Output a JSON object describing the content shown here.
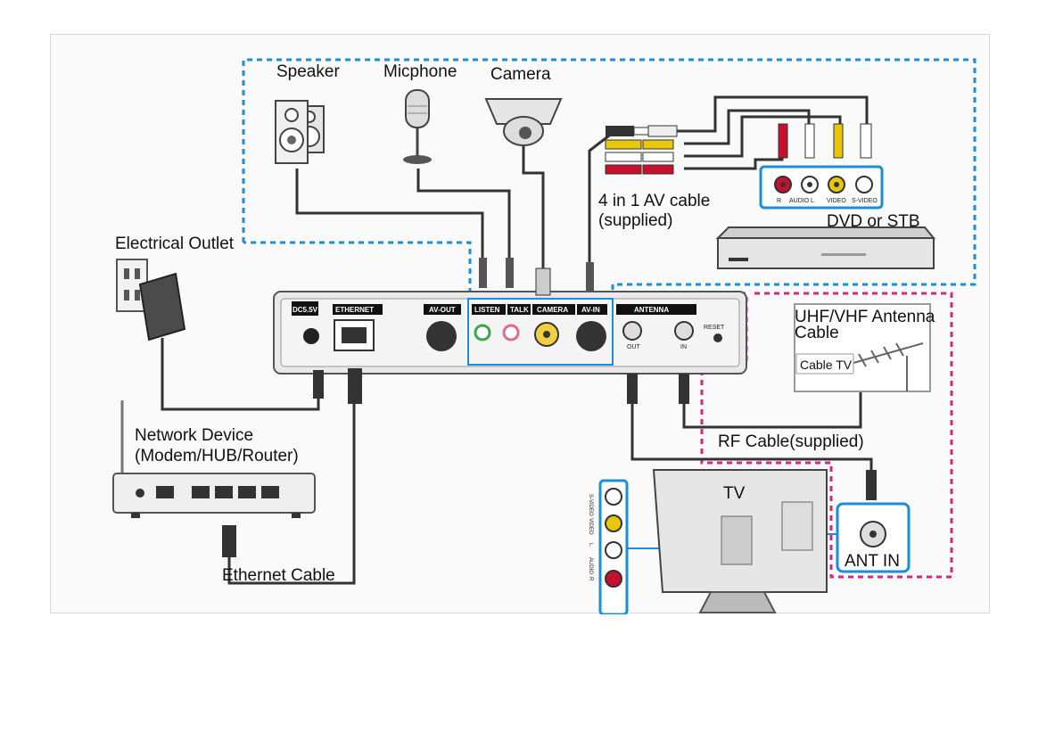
{
  "labels": {
    "speaker": "Speaker",
    "micphone": "Micphone",
    "camera": "Camera",
    "av_cable_line1": "4 in 1 AV cable",
    "av_cable_line2": "(supplied)",
    "dvd": "DVD or STB",
    "electrical_outlet": "Electrical Outlet",
    "network_device_line1": "Network Device",
    "network_device_line2": "(Modem/HUB/Router)",
    "ethernet_cable": "Ethernet Cable",
    "uhf_line1": "UHF/VHF Antenna",
    "uhf_line2": "Cable",
    "cable_tv": "Cable TV",
    "rf_cable": "RF Cable(supplied)",
    "tv": "TV",
    "ant_in": "ANT IN"
  },
  "ports": {
    "dc": "DC5.5V",
    "ethernet": "ETHERNET",
    "av_out": "AV-OUT",
    "listen": "LISTEN",
    "talk": "TALK",
    "camera": "CAMERA",
    "av_in": "AV-IN",
    "antenna": "ANTENNA",
    "out": "OUT",
    "in": "IN",
    "reset": "RESET"
  },
  "dvd_ports": {
    "r": "R",
    "audio": "AUDIO",
    "l": "L",
    "video": "VIDEO",
    "svideo": "S-VIDEO"
  },
  "tv_ports": {
    "svideo": "S-VIDEO",
    "video": "VIDEO",
    "l": "L",
    "audio": "AUDIO",
    "r": "R"
  },
  "colors": {
    "blue_dash": "#1a8fd8",
    "pink_dash": "#d6287a",
    "cable": "#333333",
    "device_gray": "#e6e6e6"
  }
}
